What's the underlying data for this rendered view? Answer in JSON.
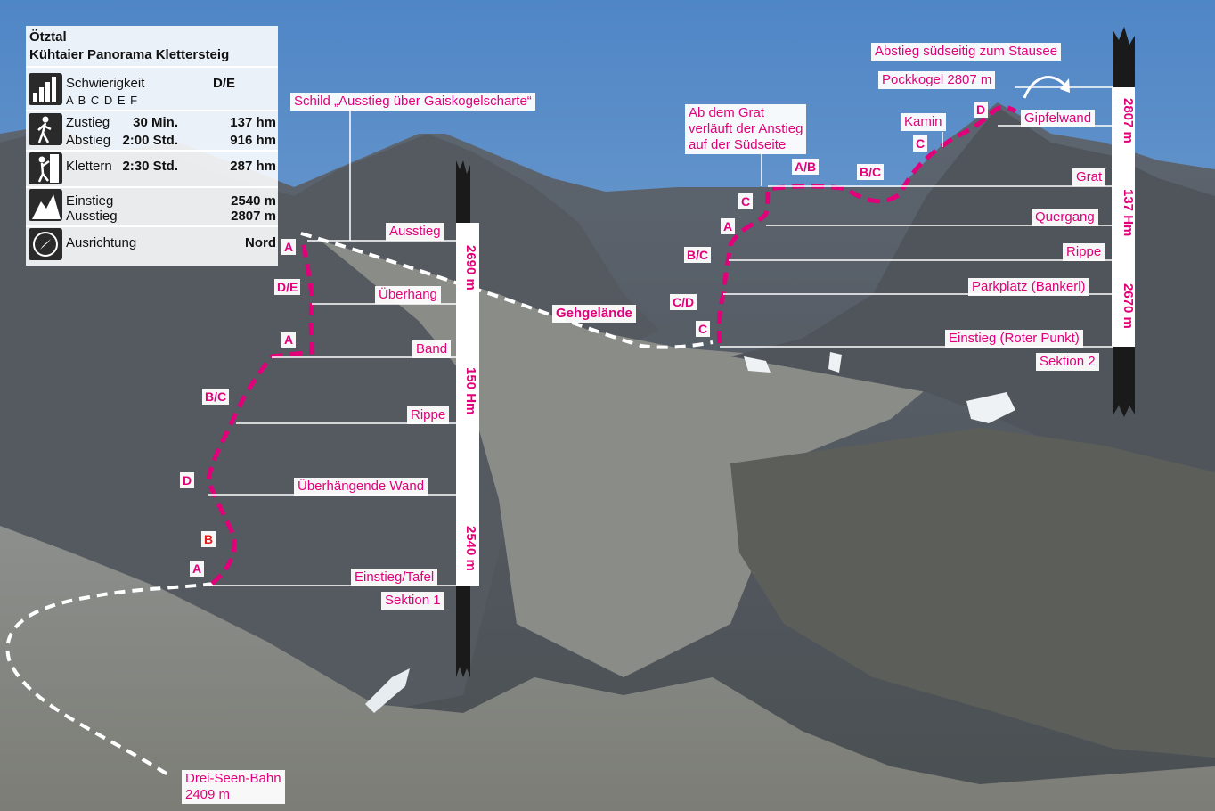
{
  "info": {
    "region": "Ötztal",
    "route": "Kühtaier Panorama Klettersteig",
    "difficulty_label": "Schwierigkeit",
    "difficulty_value": "D/E",
    "scale": "A B C D E F",
    "approach_label": "Zustieg",
    "approach_time": "30 Min.",
    "approach_hm": "137 hm",
    "descent_label": "Abstieg",
    "descent_time": "2:00 Std.",
    "descent_hm": "916 hm",
    "climb_label": "Klettern",
    "climb_time": "2:30 Std.",
    "climb_hm": "287 hm",
    "start_label": "Einstieg",
    "start_alt": "2540 m",
    "exit_label": "Ausstieg",
    "exit_alt": "2807 m",
    "aspect_label": "Ausrichtung",
    "aspect_value": "Nord"
  },
  "section1": {
    "sign": "Schild „Ausstieg über Gaiskogelscharte“",
    "labels": [
      "Ausstieg",
      "Überhang",
      "Band",
      "Rippe",
      "Überhängende Wand",
      "Einstieg/Tafel",
      "Sektion 1"
    ],
    "scale_top": "2690 m",
    "scale_mid": "150 Hm",
    "scale_bottom": "2540 m",
    "grades": [
      "A",
      "D/E",
      "A",
      "B/C",
      "D",
      "B",
      "A"
    ]
  },
  "section2": {
    "labels": [
      "Grat",
      "Quergang",
      "Rippe",
      "Parkplatz (Bankerl)",
      "Einstieg (Roter Punkt)",
      "Sektion 2",
      "Gipfelwand",
      "Kamin"
    ],
    "scale_top": "2807 m",
    "scale_mid": "137 Hm",
    "scale_bottom": "2670 m",
    "grades": [
      "C",
      "C/D",
      "B/C",
      "A",
      "C",
      "A/B",
      "B/C",
      "C",
      "D"
    ]
  },
  "annotations": {
    "descent": "Abstieg südseitig zum Stausee",
    "summit": "Pockkogel 2807 m",
    "ridge_note": "Ab dem Grat\nverläuft der Anstieg\nauf der Südseite",
    "terrain": "Gehgelände",
    "lift": "Drei-Seen-Bahn\n2409 m"
  },
  "colors": {
    "route": "#e2007a",
    "sky": "#5e8fc8",
    "rock": "#6b6d6f"
  }
}
